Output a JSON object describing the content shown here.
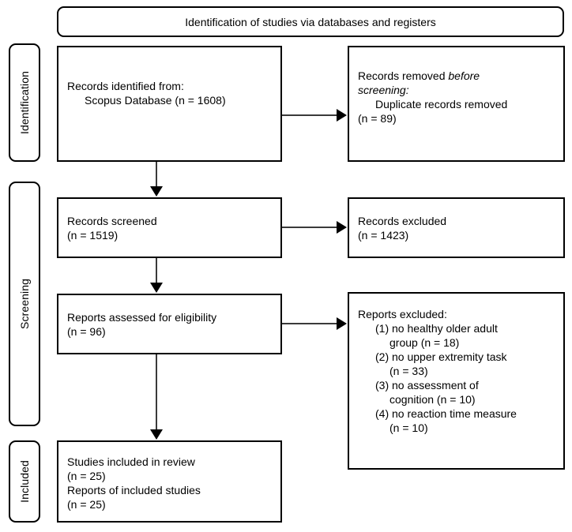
{
  "banner": {
    "title": "Identification of studies via databases and registers"
  },
  "stages": [
    {
      "key": "identification",
      "label": "Identification"
    },
    {
      "key": "screening",
      "label": "Screening"
    },
    {
      "key": "included",
      "label": "Included"
    }
  ],
  "boxes": {
    "identified": {
      "lines": [
        {
          "text": "Records identified from:",
          "indent": 0,
          "italic": false
        },
        {
          "text": "Scopus Database (n = 1608)",
          "indent": 1,
          "italic": false
        }
      ]
    },
    "removed_before_screening": {
      "lines": [
        {
          "text": "Records removed before",
          "indent": 0,
          "italic": false
        },
        {
          "text": "screening:",
          "indent": 0,
          "italic": true
        },
        {
          "text": "Duplicate records removed",
          "indent": 1,
          "italic": false
        },
        {
          "text": "(n = 89)",
          "indent": 0,
          "italic": false
        }
      ],
      "italic_word": "before"
    },
    "records_screened": {
      "lines": [
        {
          "text": "Records screened",
          "indent": 0,
          "italic": false
        },
        {
          "text": "(n = 1519)",
          "indent": 0,
          "italic": false
        }
      ]
    },
    "records_excluded": {
      "lines": [
        {
          "text": "Records excluded",
          "indent": 0,
          "italic": false
        },
        {
          "text": "(n = 1423)",
          "indent": 0,
          "italic": false
        }
      ]
    },
    "reports_assessed": {
      "lines": [
        {
          "text": "Reports assessed for eligibility",
          "indent": 0,
          "italic": false
        },
        {
          "text": "(n = 96)",
          "indent": 0,
          "italic": false
        }
      ]
    },
    "reports_excluded": {
      "lines": [
        {
          "text": "Reports excluded:",
          "indent": 0,
          "italic": false
        },
        {
          "text": "(1) no healthy older adult",
          "indent": 1,
          "italic": false
        },
        {
          "text": "group (n = 18)",
          "indent": 2,
          "italic": false
        },
        {
          "text": "(2) no upper extremity task",
          "indent": 1,
          "italic": false
        },
        {
          "text": "(n = 33)",
          "indent": 2,
          "italic": false
        },
        {
          "text": "(3) no assessment of",
          "indent": 1,
          "italic": false
        },
        {
          "text": "cognition (n = 10)",
          "indent": 2,
          "italic": false
        },
        {
          "text": "(4) no reaction time measure",
          "indent": 1,
          "italic": false
        },
        {
          "text": "(n = 10)",
          "indent": 2,
          "italic": false
        }
      ]
    },
    "studies_included": {
      "lines": [
        {
          "text": "Studies included in review",
          "indent": 0,
          "italic": false
        },
        {
          "text": "(n = 25)",
          "indent": 0,
          "italic": false
        },
        {
          "text": "Reports of included studies",
          "indent": 0,
          "italic": false
        },
        {
          "text": "(n = 25)",
          "indent": 0,
          "italic": false
        }
      ]
    }
  },
  "counts": {
    "identified": 1608,
    "duplicates_removed": 89,
    "screened": 1519,
    "screen_excluded": 1423,
    "assessed": 96,
    "excluded_no_healthy_older_adult_group": 18,
    "excluded_no_upper_extremity_task": 33,
    "excluded_no_assessment_of_cognition": 10,
    "excluded_no_reaction_time_measure": 10,
    "included_studies": 25,
    "included_reports": 25
  },
  "colors": {
    "border": "#000000",
    "connector": "#3a3a3a",
    "background": "#ffffff",
    "text": "#000000"
  }
}
